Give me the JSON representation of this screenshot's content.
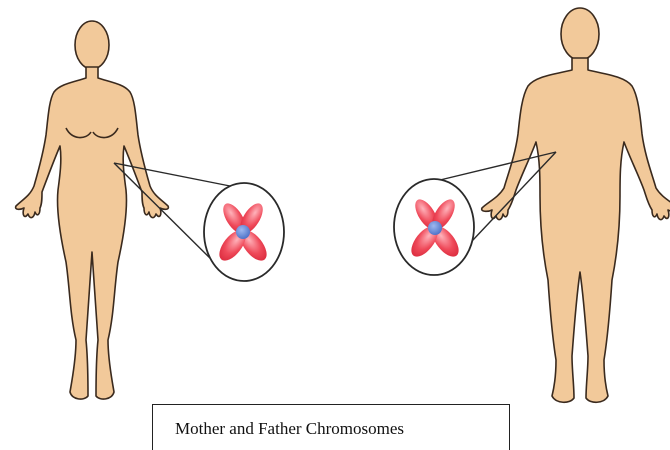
{
  "caption": "Mother and Father Chromosomes",
  "colors": {
    "skin": "#f2c99a",
    "skin_outline": "#3a2a1e",
    "chromosome": "#ef4a5a",
    "centromere": "#5b83d6",
    "magnifier_outline": "#2a2a2a"
  },
  "figures": [
    {
      "name": "mother",
      "sex": "female",
      "chromosome_icon": "chromosome-x-icon"
    },
    {
      "name": "father",
      "sex": "male",
      "chromosome_icon": "chromosome-x-icon"
    }
  ]
}
